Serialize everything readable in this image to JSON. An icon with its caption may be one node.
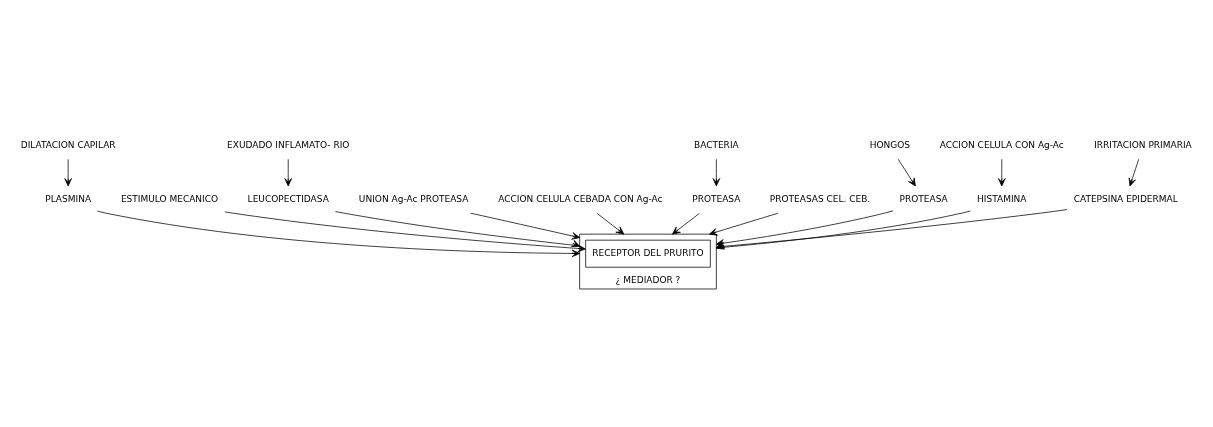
{
  "diagram": {
    "nodes": [
      {
        "text": [
          "DILATACION CAPILAR"
        ]
      },
      {
        "text": [
          "PLASMINA"
        ]
      },
      {
        "text": [
          "ESTIMULO MECANICO"
        ]
      },
      {
        "text": [
          "LEUCOPECTIDASA"
        ]
      },
      {
        "text": [
          "EXUDADO INFLAMATO- RIO"
        ]
      },
      {
        "text": [
          "UNION Ag-Ac PROTEASA"
        ]
      },
      {
        "text": [
          "ACCION CELULA CEBADA CON Ag-Ac"
        ]
      },
      {
        "text": [
          "¿ MEDIADOR ?"
        ]
      },
      {
        "text": [
          "RECEPTOR DEL PRURITO"
        ],
        "in": 7
      },
      {
        "text": [
          "PROTEASA"
        ]
      },
      {
        "text": [
          "BACTERIA"
        ]
      },
      {
        "text": [
          "PROTEASAS CEL. CEB."
        ]
      },
      {
        "text": [
          "PROTEASA"
        ]
      },
      {
        "text": [
          "HONGOS"
        ]
      },
      {
        "text": [
          "ACCION CELULA CON Ag-Ac"
        ]
      },
      {
        "text": [
          "HISTAMINA"
        ]
      },
      {
        "text": [
          "CATEPSINA EPIDERMAL"
        ]
      },
      {
        "text": [
          "IRRITACION PRIMARIA"
        ]
      }
    ],
    "edges": [
      {
        "from": 0,
        "to": 1,
        "arrow": "to"
      },
      {
        "from": 1,
        "to": 7,
        "arrow": "to"
      },
      {
        "from": 2,
        "to": 8,
        "arrow": "to"
      },
      {
        "from": 4,
        "to": 3,
        "arrow": "to"
      },
      {
        "from": 3,
        "to": 7,
        "arrow": "to"
      },
      {
        "from": 5,
        "to": 7,
        "arrow": "to"
      },
      {
        "from": 6,
        "to": 7,
        "arrow": "to"
      },
      {
        "from": 10,
        "to": 9,
        "arrow": "to"
      },
      {
        "from": 9,
        "to": 7,
        "arrow": "to"
      },
      {
        "from": 11,
        "to": 7,
        "arrow": "to"
      },
      {
        "from": 13,
        "to": 12,
        "arrow": "to"
      },
      {
        "from": 12,
        "to": 7,
        "arrow": "to"
      },
      {
        "from": 14,
        "to": 15,
        "arrow": "to"
      },
      {
        "from": 15,
        "to": 7,
        "arrow": "to"
      },
      {
        "from": 17,
        "to": 16,
        "arrow": "to"
      },
      {
        "from": 16,
        "to": 7,
        "arrow": "to"
      }
    ]
  }
}
